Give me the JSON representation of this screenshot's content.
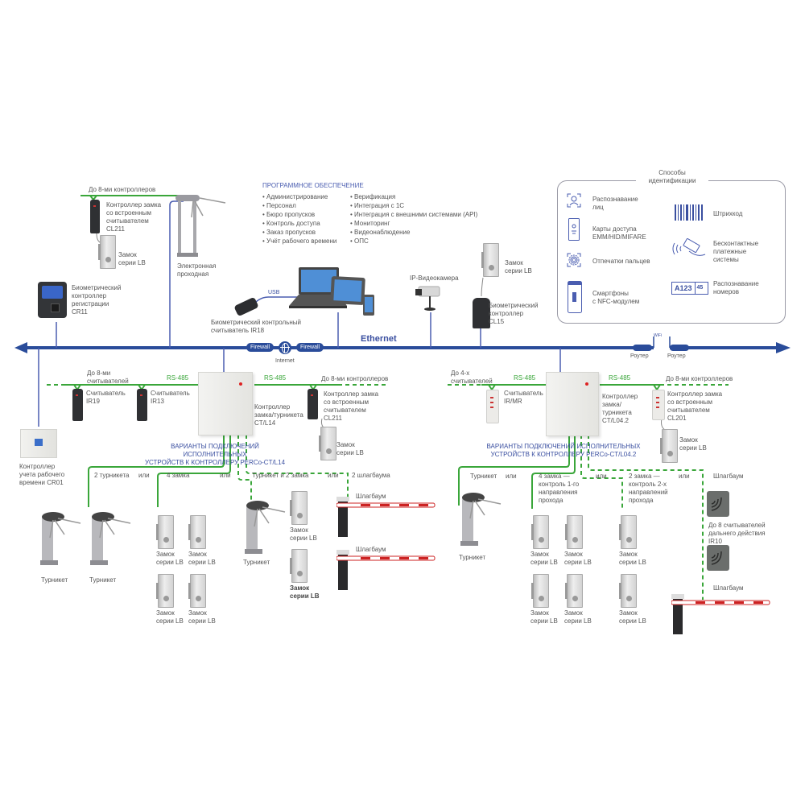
{
  "network": {
    "ethernet": "Ethernet",
    "firewall_left": "Firewall",
    "firewall_right": "Firewall",
    "internet": "Internet",
    "router_left": "Роутер",
    "router_right": "Роутер",
    "wifi": "WiFi",
    "usb": "USB"
  },
  "software": {
    "title": "ПРОГРАММНОЕ ОБЕСПЕЧЕНИЕ",
    "col1": [
      "• Администрирование",
      "• Персонал",
      "• Бюро пропусков",
      "• Контроль доступа",
      "• Заказ пропусков",
      "• Учёт рабочего времени"
    ],
    "col2": [
      "• Верификация",
      "• Интеграция с 1С",
      "• Интеграция с внешними системами (API)",
      "• Мониторинг",
      "• Видеонаблюдение",
      "• ОПС"
    ]
  },
  "identification": {
    "title": "Способы\nидентификации",
    "items": [
      {
        "label": "Распознавание\nлиц",
        "icon": "face-recognition-icon"
      },
      {
        "label": "Карты доступа\nEMM/HID/MIFARE",
        "icon": "access-card-icon"
      },
      {
        "label": "Отпечатки пальцев",
        "icon": "fingerprint-icon"
      },
      {
        "label": "Смартфоны\nс NFC-модулем",
        "icon": "smartphone-nfc-icon"
      },
      {
        "label": "Штрихкод",
        "icon": "barcode-icon"
      },
      {
        "label": "Бесконтактные\nплатежные\nсистемы",
        "icon": "contactless-payment-icon"
      },
      {
        "label": "Распознавание\nномеров",
        "icon": "license-plate-icon"
      }
    ],
    "plate_text": "A123",
    "plate_region": "45"
  },
  "top_devices": {
    "up_to_8_controllers": "До 8-ми контроллеров",
    "cl211_top": "Контроллер замка\nсо встроенным\nсчитывателем\nCL211",
    "lock_top": "Замок\nсерии LB",
    "turnstile_gate": "Электронная\nпроходная",
    "cr11": "Биометрический\nконтроллер\nрегистрации\nCR11",
    "ir18": "Биометрический контрольный\nсчитыватель IR18",
    "ip_camera": "IP-Видеокамера",
    "lock_cl15": "Замок\nсерии LB",
    "cl15": "Биометрический\nконтроллер\nCL15"
  },
  "left_section": {
    "up_to_8_readers": "До 8-ми\nсчитывателей",
    "rs485_a": "RS-485",
    "rs485_b": "RS-485",
    "ir19": "Считыватель\nIR19",
    "ir13": "Считыватель\nIR13",
    "ctl14": "Контроллер\nзамка/турникета\nCT/L14",
    "up_to_8_controllers": "До 8-ми контроллеров",
    "cl211": "Контроллер замка\nсо встроенным\nсчитывателем\nCL211",
    "lock": "Замок\nсерии LB",
    "cr01": "Контроллер\nучета рабочего\nвремени CR01",
    "variants_title": "ВАРИАНТЫ ПОДКЛЮЧЕНИЙ ИСПОЛНИТЕЛЬНЫХ\nУСТРОЙСТВ К КОНТРОЛЛЕРУ PERCo-CT/L14",
    "opt_2_turnstiles": "2 турникета",
    "or1": "или",
    "opt_4_locks": "4 замка",
    "or2": "или",
    "opt_turn_2_locks": "Турникет и 2 замка",
    "or3": "или",
    "opt_2_barriers": "2 шлагбаума",
    "turnstile": "Турникет",
    "lock_label": "Замок\nсерии LB",
    "barrier": "Шлагбаум"
  },
  "right_section": {
    "up_to_4_readers": "До 4-х\nсчитывателей",
    "rs485_a": "RS-485",
    "rs485_b": "RS-485",
    "irmr": "Считыватель\nIR/MR",
    "ctl042": "Контроллер\nзамка/\nтурникета\nCT/L04.2",
    "up_to_8_controllers": "До 8-ми контроллеров",
    "cl201": "Контроллер замка\nсо встроенным\nсчитывателем\nCL201",
    "lock": "Замок\nсерии LB",
    "variants_title": "ВАРИАНТЫ ПОДКЛЮЧЕНИЙ ИСПОЛНИТЕЛЬНЫХ\nУСТРОЙСТВ К КОНТРОЛЛЕРУ PERCo-CT/L04.2",
    "opt_turnstile": "Турникет",
    "or1": "или",
    "opt_4_locks": "4 замка —\nконтроль 1-го\nнаправления\nпрохода",
    "or2": "или",
    "opt_2_locks": "2 замка —\nконтроль 2-х\nнаправлений\nпрохода",
    "or3": "или",
    "opt_barrier": "Шлагбаум",
    "ir10": "До 8 считывателей\nдальнего действия\nIR10",
    "turnstile": "Турникет",
    "lock_label": "Замок\nсерии LB",
    "barrier": "Шлагбаум"
  },
  "colors": {
    "ethernet": "#2a4c9a",
    "rs485": "#3aa63a",
    "heading": "#4a5db0"
  }
}
